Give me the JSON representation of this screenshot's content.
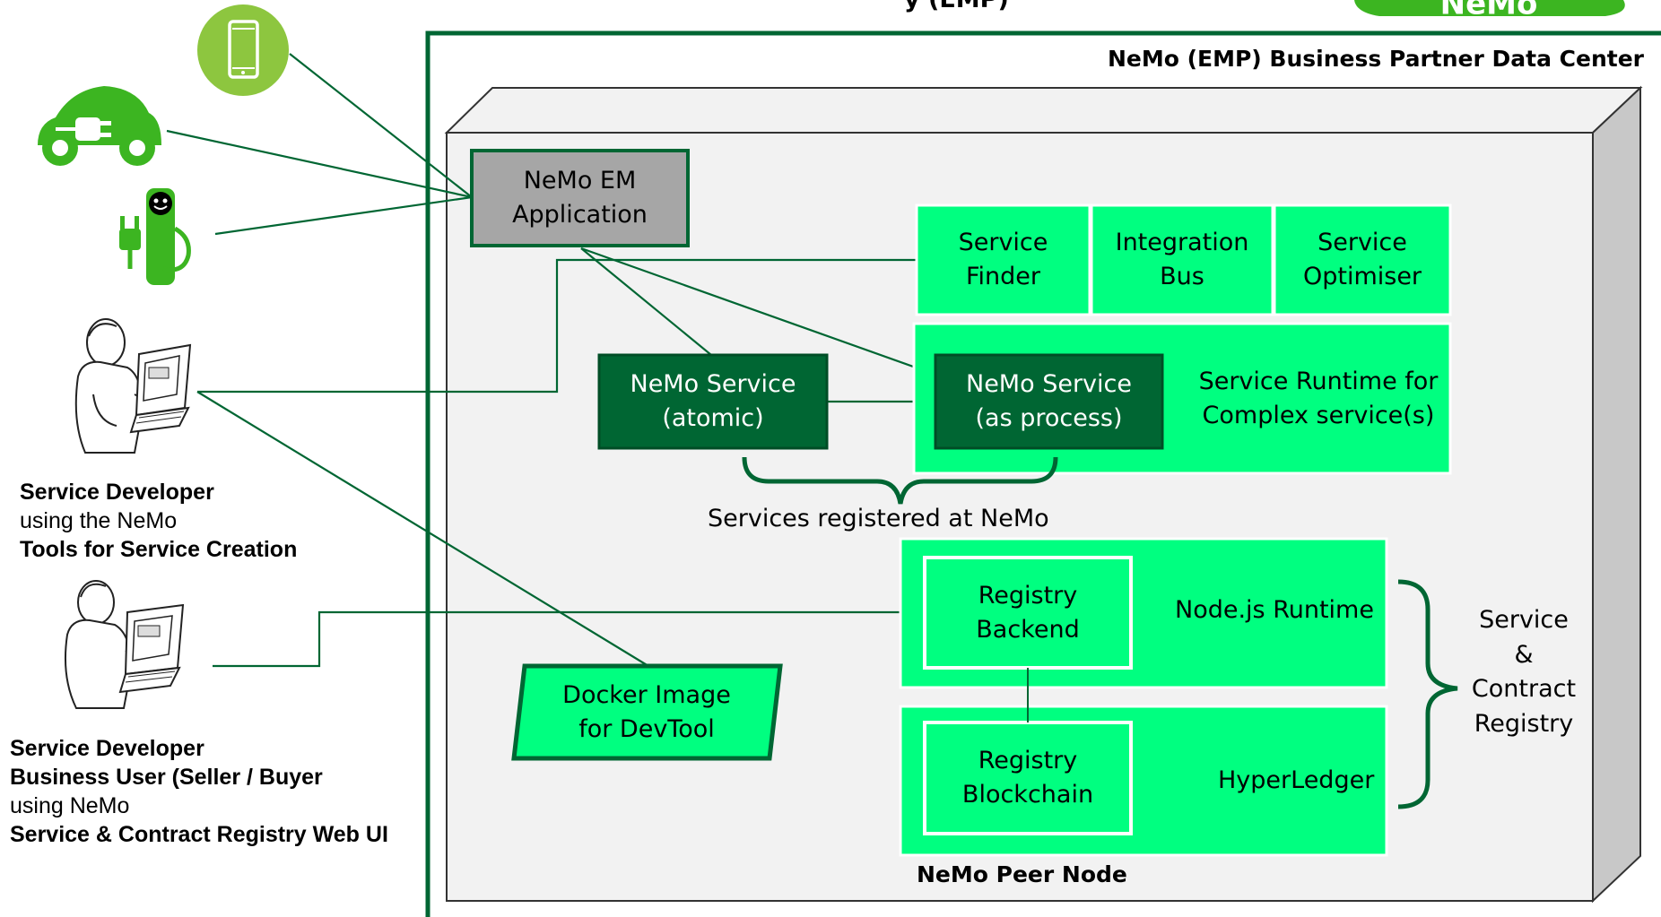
{
  "header": {
    "title_fragment": "y (EMP)",
    "logo_text": "NeMo"
  },
  "datacenter": {
    "label": "NeMo (EMP) Business Partner Data Center"
  },
  "peer_node": {
    "label": "NeMo Peer Node"
  },
  "components": {
    "em_application": "NeMo EM\nApplication",
    "service_finder": "Service\nFinder",
    "integration_bus": "Integration\nBus",
    "service_optimiser": "Service\nOptimiser",
    "service_atomic": "NeMo Service\n(atomic)",
    "service_process": "NeMo Service\n(as process)",
    "runtime_complex": "Service Runtime for\nComplex service(s)",
    "services_registered": "Services registered at NeMo",
    "registry_backend": "Registry\nBackend",
    "nodejs_runtime": "Node.js Runtime",
    "registry_blockchain": "Registry\nBlockchain",
    "hyperledger": "HyperLedger",
    "docker_image": "Docker Image\nfor DevTool",
    "contract_registry": "Service\n&\nContract\nRegistry"
  },
  "actors": {
    "developer": {
      "line1": "Service Developer",
      "line2": "using the NeMo",
      "line3": "Tools  for Service Creation"
    },
    "business_user": {
      "line1": "Service Developer",
      "line2": "Business User (Seller / Buyer",
      "line3": "using NeMo",
      "line4": "Service & Contract Registry Web UI"
    }
  },
  "icons": {
    "phone": "smartphone-icon",
    "car": "electric-car-icon",
    "charger": "charging-station-icon",
    "developer": "person-laptop-icon",
    "business_user": "person-laptop-icon"
  },
  "colors": {
    "dark_green": "#006633",
    "bright_green": "#00ff80",
    "icon_green": "#3cb521",
    "phone_green": "#8dc63f",
    "grey_box": "#a6a6a6",
    "panel": "#f2f2f2",
    "panel_side": "#c8c8c8"
  }
}
